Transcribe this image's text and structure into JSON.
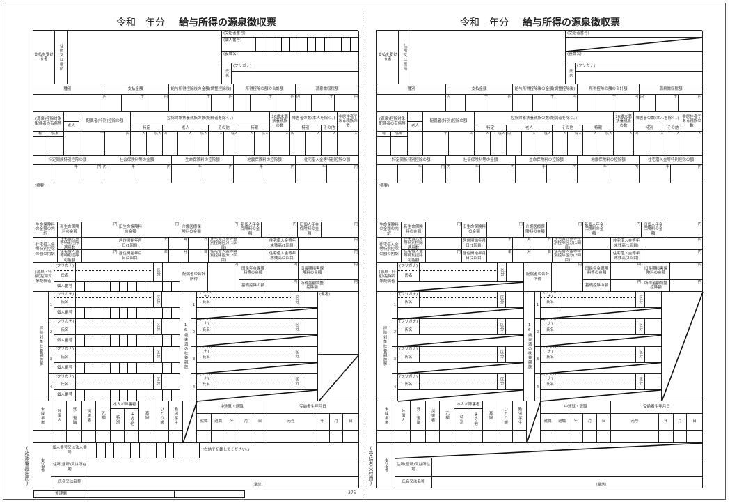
{
  "title": {
    "era": "令和",
    "year": "年分",
    "main": "給与所得の源泉徴収票"
  },
  "labels": {
    "payee": "支払を受ける者",
    "addr": "住所又は居所",
    "recno": "(受給者番号)",
    "mynum": "(個人番号)",
    "pos": "(役職名)",
    "name": "氏名",
    "furi": "(フリガナ)",
    "kind": "種別",
    "pay": "支払金額",
    "after": "給与所得控除後の金額(調整控除後)",
    "deduct_total": "所得控除の額の合計額",
    "tax": "源泉徴収税額",
    "u_in": "内",
    "u_sen": "千",
    "u_en": "円",
    "u_nin": "人",
    "u_junin": "従人",
    "spouse_has": "(源泉)控除対象配偶者の有無等",
    "elder": "老人",
    "has": "有",
    "jyuu": "従有",
    "spouse_ded": "配偶者(特別)控除の額",
    "dep_count": "控除対象扶養親族の数(配偶者を除く。)",
    "tokutei": "特定",
    "rojin": "老人",
    "sonota": "その他",
    "tokushin": "特親",
    "u16": "16歳未満扶養親族の数",
    "disabled": "障害者の数(本人を除く。)",
    "tokubetsu": "特別",
    "nonres": "非居住者である親族の数",
    "d_tokushin": "特定親族特別控除の額",
    "social": "社会保険料等の金額",
    "life": "生命保険料の控除額",
    "quake": "地震保険料の控除額",
    "housing": "住宅借入金等特別控除の額",
    "summary": "(摘要)",
    "life_breakdown": "生命保険料の金額の内訳",
    "new_life": "新生命保険料の金額",
    "old_life": "旧生命保険料の金額",
    "care": "介護医療保険料の金額",
    "new_pension": "新個人年金保険料の金額",
    "old_pension": "旧個人年金保険料の金額",
    "housing_breakdown": "住宅借入金等特別控除の額の内訳",
    "housing_count": "住宅借入金等特別控除適用数",
    "housing_possible": "住宅借入金等特別控除可能額",
    "start1": "居住開始年月日(1回目)",
    "start2": "居住開始年月日(2回目)",
    "nen": "年",
    "tsuki": "月",
    "hi": "日",
    "kubun1": "住宅借入金等特別控除区分(1回目)",
    "kubun2": "住宅借入金等特別控除区分(2回目)",
    "bal1": "住宅借入金等年末残高(1回目)",
    "bal2": "住宅借入金等年末残高(2回目)",
    "spouse_block": "(源泉・特別)控除対象配偶者",
    "mynum_plain": "個人番号",
    "kubun": "区分",
    "spouse_income": "配偶者の合計所得",
    "pension": "国民年金保険料等の金額",
    "old_longterm": "旧長期損害保険料の金額",
    "basic": "基礎控除の額",
    "adjust": "所得金額調整控除額",
    "dependents": "控除対象扶養親族等",
    "under16": "16歳未満の扶養親族",
    "remarks": "(備考)",
    "minor": "未成年者",
    "foreign": "外国人",
    "death": "死亡退職",
    "disaster": "災害者",
    "otsu": "乙欄",
    "self_dis": "本人が障害者",
    "widow": "寡婦",
    "single": "ひとり親",
    "student": "勤労学生",
    "midway": "中途就・退職",
    "hire": "就職",
    "retire": "退職",
    "birth": "受給者生年月日",
    "gengo": "元号",
    "payer": "支払者",
    "payer_num": "個人番号又は法人番号",
    "right_align": "(右詰で記載してください。)",
    "payer_addr": "住所(居所)又は所在地",
    "payer_name": "氏名又は名称",
    "phone": "(電話)",
    "seiri": "整理欄"
  },
  "dep_numbers": [
    "1",
    "2",
    "3",
    "4"
  ],
  "copies": [
    {
      "side": "(税務署提出用)",
      "page": "375",
      "has_numbers": true
    },
    {
      "side": "(受給者交付用)",
      "page": null,
      "has_numbers": false
    }
  ]
}
